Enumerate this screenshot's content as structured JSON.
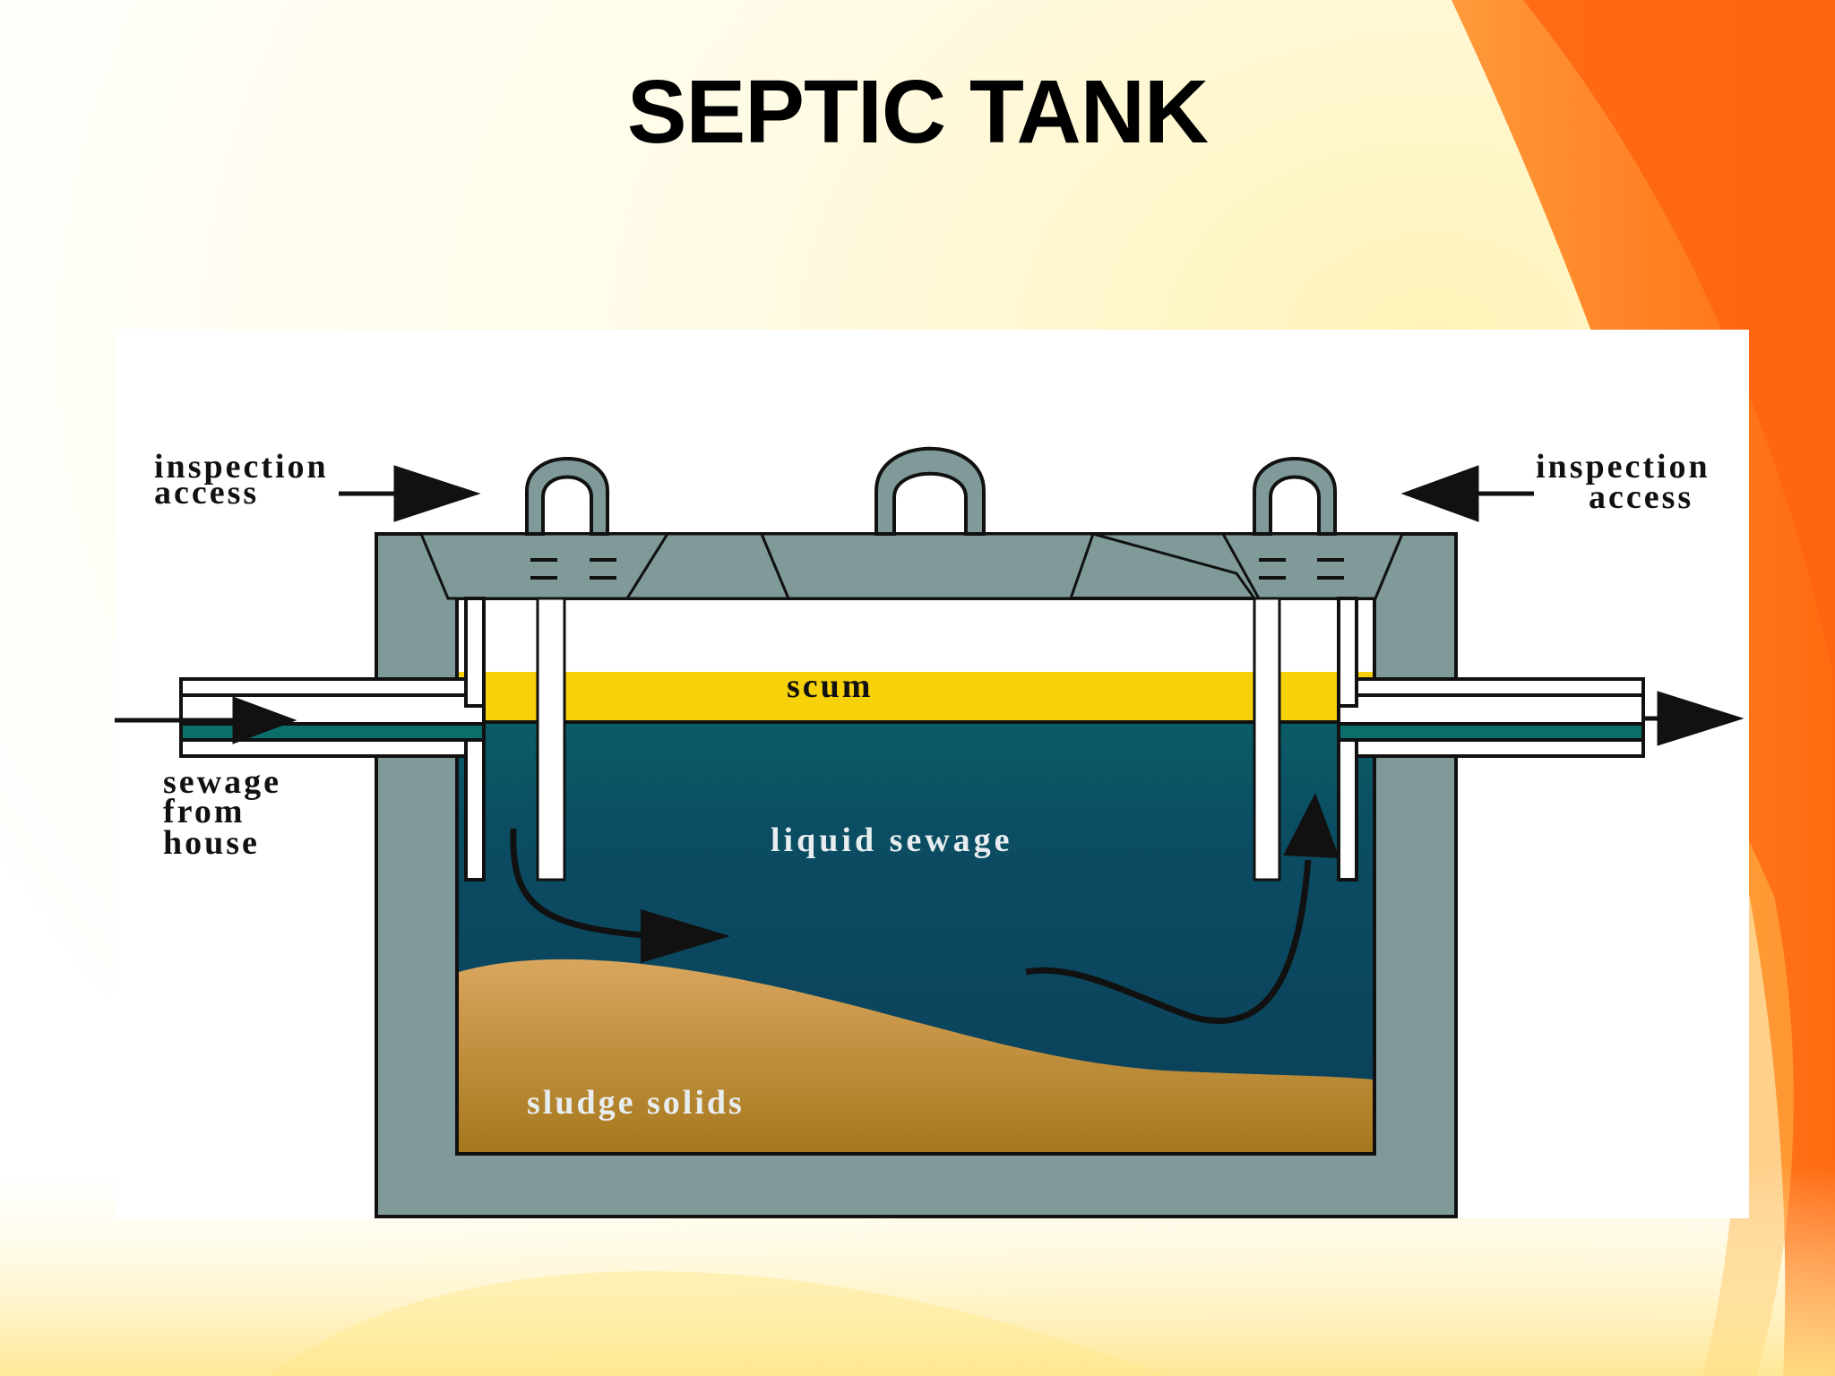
{
  "slide": {
    "title": "SEPTIC TANK"
  },
  "diagram": {
    "labels": {
      "inspection_access_left": [
        "inspection",
        "access"
      ],
      "inspection_access_right": [
        "inspection",
        "access"
      ],
      "sewage_from_house": [
        "sewage",
        "from",
        "house"
      ],
      "scum": "scum",
      "liquid_sewage": "liquid sewage",
      "sludge_solids": "sludge solids"
    },
    "colors": {
      "tank_wall": "#7f9a99",
      "scum": "#f7d10a",
      "liquid_top": "#0a6f6b",
      "liquid_bottom": "#0b3f5a",
      "sludge_top": "#d6a35a",
      "sludge_bottom": "#a6781d",
      "accent_orange": "#ff7a1a"
    }
  }
}
